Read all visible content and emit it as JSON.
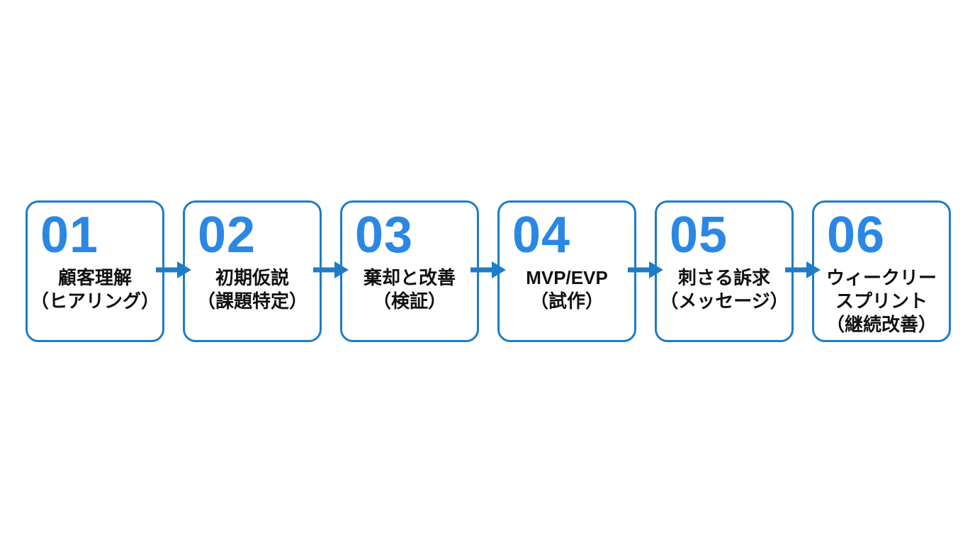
{
  "page": {
    "background": "#ffffff",
    "description": "6-step process flow diagram"
  },
  "colors": {
    "box_border": "#1e7cc8",
    "accent_number": "#2b87e4",
    "arrow": "#1e7cc8",
    "label_text": "#111111",
    "page_bg": "#ffffff"
  },
  "icons": {
    "arrow_right": "→"
  },
  "flow": {
    "steps": [
      {
        "number": "01",
        "lines": [
          "顧客理解",
          "（ヒアリング）"
        ]
      },
      {
        "number": "02",
        "lines": [
          "初期仮説",
          "（課題特定）"
        ]
      },
      {
        "number": "03",
        "lines": [
          "棄却と改善",
          "（検証）"
        ]
      },
      {
        "number": "04",
        "lines": [
          "MVP/EVP",
          "（試作）"
        ]
      },
      {
        "number": "05",
        "lines": [
          "刺さる訴求",
          "（メッセージ）"
        ]
      },
      {
        "number": "06",
        "lines": [
          "ウィークリー",
          "スプリント",
          "（継続改善）"
        ]
      }
    ]
  }
}
